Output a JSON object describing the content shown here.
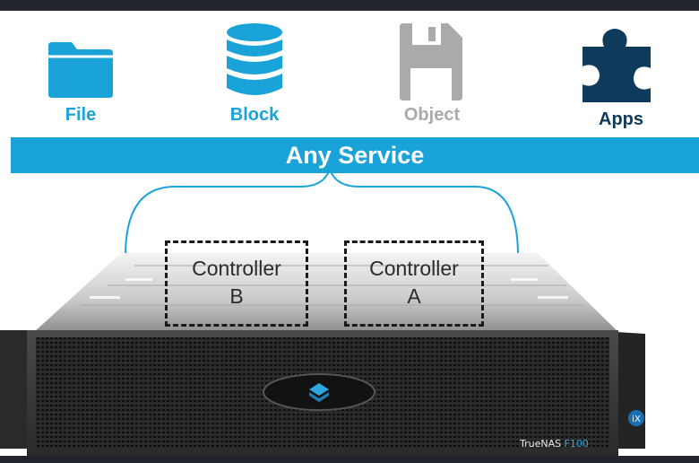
{
  "services": [
    {
      "label": "File",
      "icon": "folder-icon",
      "color": "#1aa3d9"
    },
    {
      "label": "Block",
      "icon": "database-icon",
      "color": "#1aa3d9"
    },
    {
      "label": "Object",
      "icon": "floppy-disk-icon",
      "color": "#aaaaaa"
    },
    {
      "label": "Apps",
      "icon": "puzzle-piece-icon",
      "color": "#0e3a5b"
    }
  ],
  "banner": {
    "text": "Any Service",
    "color": "#1aa3d9"
  },
  "controllers": [
    {
      "name": "Controller",
      "id": "B"
    },
    {
      "name": "Controller",
      "id": "A"
    }
  ],
  "hardware": {
    "brand": "TrueNAS",
    "model": "F100",
    "badge": "iX"
  }
}
